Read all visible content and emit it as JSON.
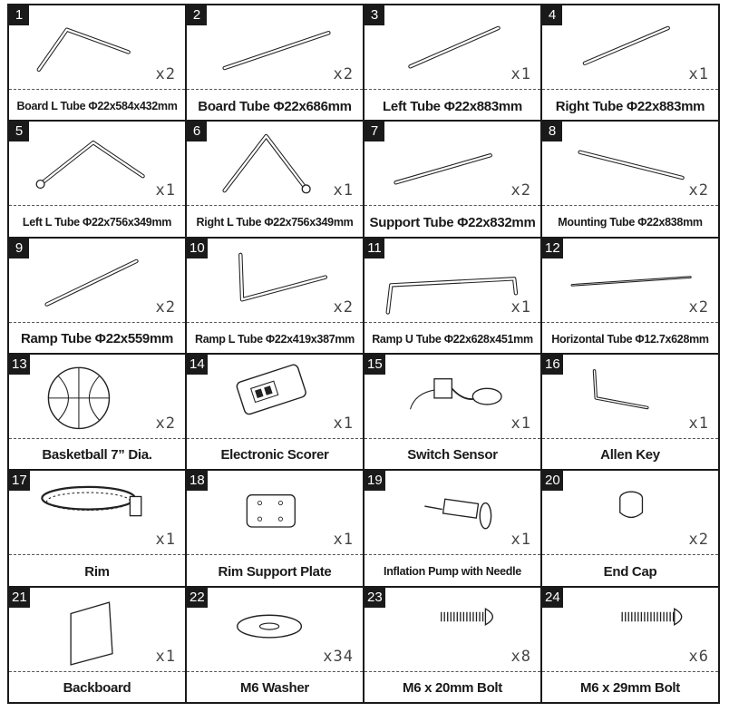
{
  "parts": [
    {
      "num": "1",
      "name": "Board L Tube Φ22x584x432mm",
      "qty": "x2",
      "icon": "l-tube-icon"
    },
    {
      "num": "2",
      "name": "Board Tube Φ22x686mm",
      "qty": "x2",
      "icon": "straight-tube-icon"
    },
    {
      "num": "3",
      "name": "Left Tube Φ22x883mm",
      "qty": "x1",
      "icon": "straight-tube-icon"
    },
    {
      "num": "4",
      "name": "Right Tube Φ22x883mm",
      "qty": "x1",
      "icon": "straight-tube-icon"
    },
    {
      "num": "5",
      "name": "Left L Tube Φ22x756x349mm",
      "qty": "x1",
      "icon": "l-tube-icon"
    },
    {
      "num": "6",
      "name": "Right L Tube Φ22x756x349mm",
      "qty": "x1",
      "icon": "l-tube-icon"
    },
    {
      "num": "7",
      "name": "Support Tube Φ22x832mm",
      "qty": "x2",
      "icon": "straight-tube-icon"
    },
    {
      "num": "8",
      "name": "Mounting Tube Φ22x838mm",
      "qty": "x2",
      "icon": "straight-tube-icon"
    },
    {
      "num": "9",
      "name": "Ramp Tube Φ22x559mm",
      "qty": "x2",
      "icon": "straight-tube-icon"
    },
    {
      "num": "10",
      "name": "Ramp L Tube Φ22x419x387mm",
      "qty": "x2",
      "icon": "l-tube-icon"
    },
    {
      "num": "11",
      "name": "Ramp U Tube Φ22x628x451mm",
      "qty": "x1",
      "icon": "u-tube-icon"
    },
    {
      "num": "12",
      "name": "Horizontal Tube Φ12.7x628mm",
      "qty": "x2",
      "icon": "thin-tube-icon"
    },
    {
      "num": "13",
      "name": "Basketball 7” Dia.",
      "qty": "x2",
      "icon": "basketball-icon"
    },
    {
      "num": "14",
      "name": "Electronic Scorer",
      "qty": "x1",
      "icon": "scorer-icon"
    },
    {
      "num": "15",
      "name": "Switch Sensor",
      "qty": "x1",
      "icon": "sensor-icon"
    },
    {
      "num": "16",
      "name": "Allen Key",
      "qty": "x1",
      "icon": "allen-key-icon"
    },
    {
      "num": "17",
      "name": "Rim",
      "qty": "x1",
      "icon": "rim-icon"
    },
    {
      "num": "18",
      "name": "Rim Support Plate",
      "qty": "x1",
      "icon": "plate-icon"
    },
    {
      "num": "19",
      "name": "Inflation Pump with Needle",
      "qty": "x1",
      "icon": "pump-icon"
    },
    {
      "num": "20",
      "name": "End Cap",
      "qty": "x2",
      "icon": "end-cap-icon"
    },
    {
      "num": "21",
      "name": "Backboard",
      "qty": "x1",
      "icon": "backboard-icon"
    },
    {
      "num": "22",
      "name": "M6 Washer",
      "qty": "x34",
      "icon": "washer-icon"
    },
    {
      "num": "23",
      "name": "M6 x 20mm Bolt",
      "qty": "x8",
      "icon": "bolt-icon"
    },
    {
      "num": "24",
      "name": "M6 x 29mm Bolt",
      "qty": "x6",
      "icon": "bolt-icon"
    }
  ]
}
